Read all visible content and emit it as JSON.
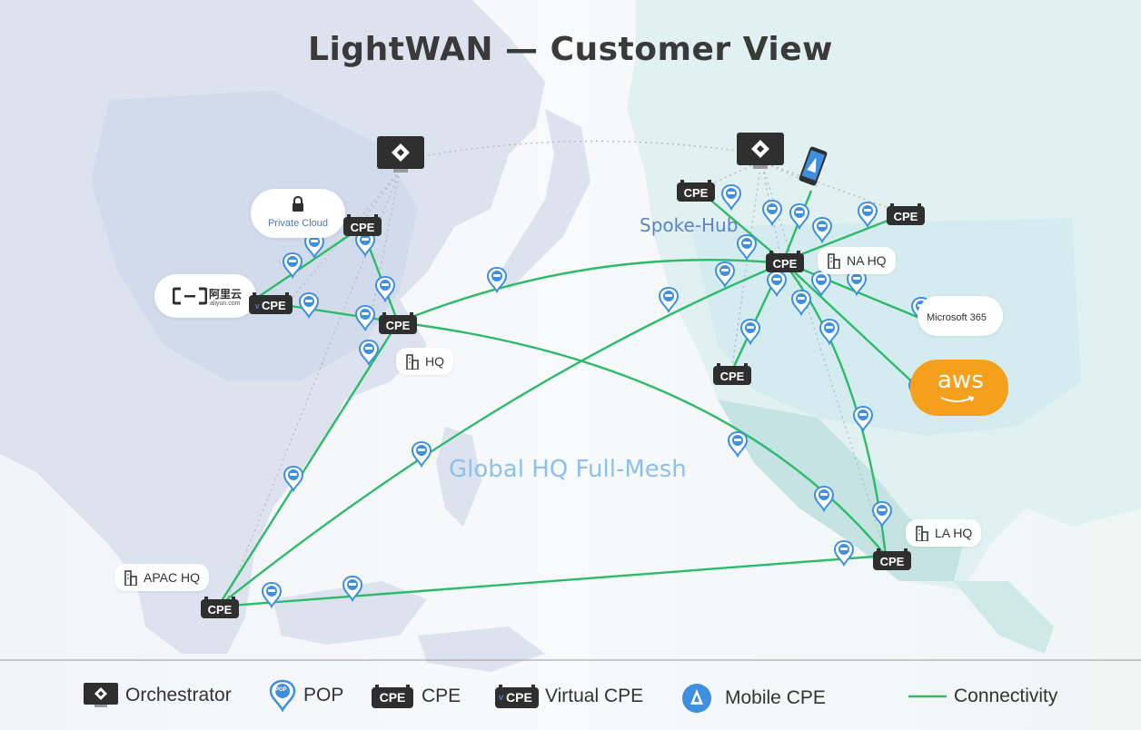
{
  "title": "LightWAN — Customer View",
  "labels": {
    "private_cloud": "Private Cloud",
    "aliyun_brand": "阿里云",
    "aliyun_domain": "aliyun.com",
    "spoke_hub": "Spoke-Hub",
    "global_mesh": "Global HQ Full-Mesh",
    "microsoft": "Microsoft 365",
    "aws": "aws",
    "cpe": "CPE",
    "vcpe": "CPE",
    "vcpe_prefix": "v"
  },
  "sites": {
    "hq": "HQ",
    "na_hq": "NA HQ",
    "la_hq": "LA HQ",
    "apac_hq": "APAC HQ"
  },
  "legend": {
    "orchestrator": "Orchestrator",
    "pop": "POP",
    "pop_badge": "POP",
    "cpe": "CPE",
    "cpe_badge": "CPE",
    "vcpe": "Virtual CPE",
    "vcpe_badge": "CPE",
    "vcpe_prefix": "v",
    "mobile": "Mobile CPE",
    "connectivity": "Connectivity"
  },
  "colors": {
    "link": "#2dbb6a",
    "pop": "#3f8fe0",
    "device": "#333333",
    "spoke_hub_text": "#5b84c2",
    "mesh_text": "#8cc0ee",
    "aws": "#f5a01c",
    "title": "#3a3a3a"
  }
}
